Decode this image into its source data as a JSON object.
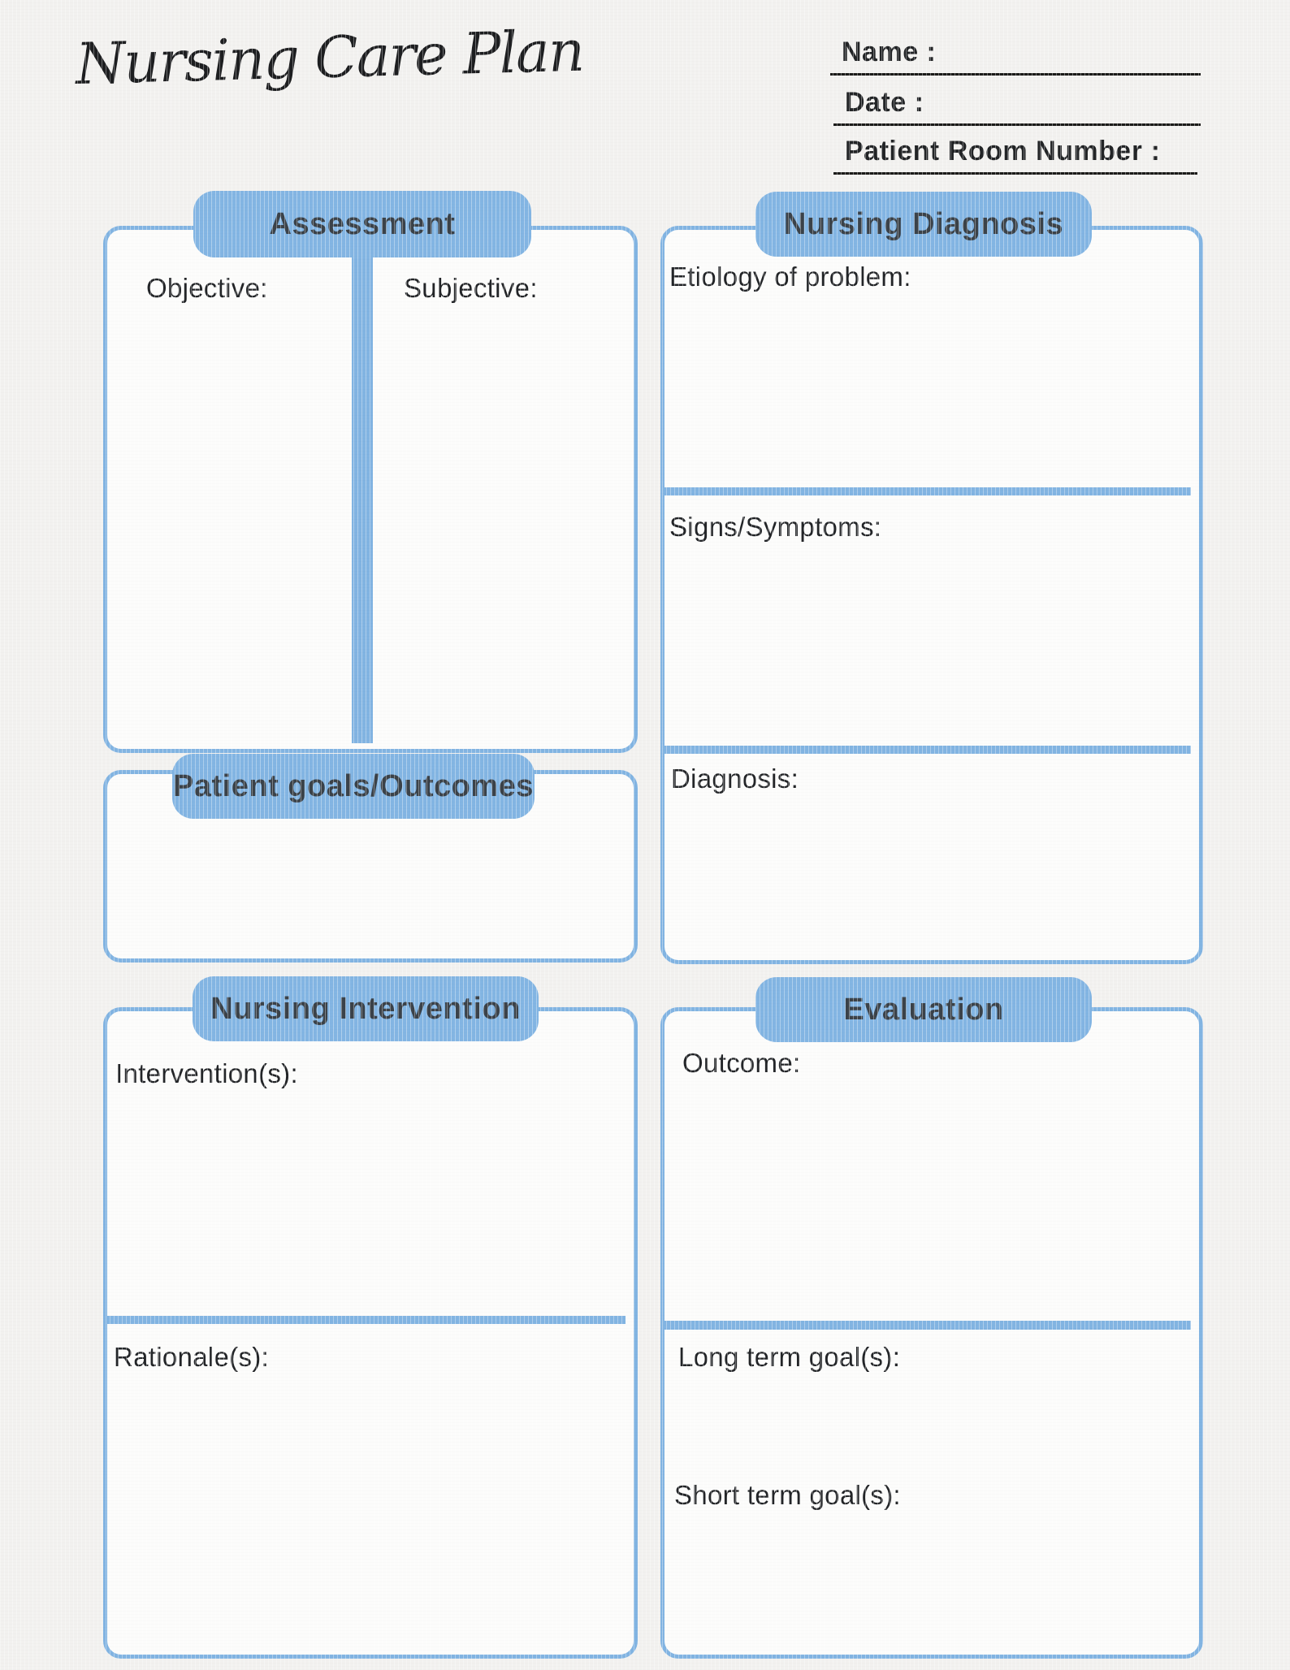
{
  "page": {
    "title": "Nursing Care Plan"
  },
  "patient_info": {
    "name_label": "Name :",
    "date_label": "Date :",
    "room_label": "Patient Room Number :"
  },
  "sections": {
    "assessment": {
      "header": "Assessment",
      "objective_label": "Objective:",
      "subjective_label": "Subjective:"
    },
    "nursing_diagnosis": {
      "header": "Nursing Diagnosis",
      "etiology_label": "Etiology of problem:",
      "signs_label": "Signs/Symptoms:",
      "diagnosis_label": "Diagnosis:"
    },
    "patient_goals": {
      "header": "Patient goals/Outcomes"
    },
    "nursing_intervention": {
      "header": "Nursing Intervention",
      "interventions_label": "Intervention(s):",
      "rationales_label": "Rationale(s):"
    },
    "evaluation": {
      "header": "Evaluation",
      "outcome_label": "Outcome:",
      "long_term_label": "Long term goal(s):",
      "short_term_label": "Short term goal(s):"
    }
  },
  "colors": {
    "accent_blue": "#82b4e2",
    "header_text": "#3b4249",
    "label_text": "#232528",
    "page_background": "#f2f1ef",
    "box_background": "#fcfcfb",
    "underline_color": "#1b1b19"
  }
}
